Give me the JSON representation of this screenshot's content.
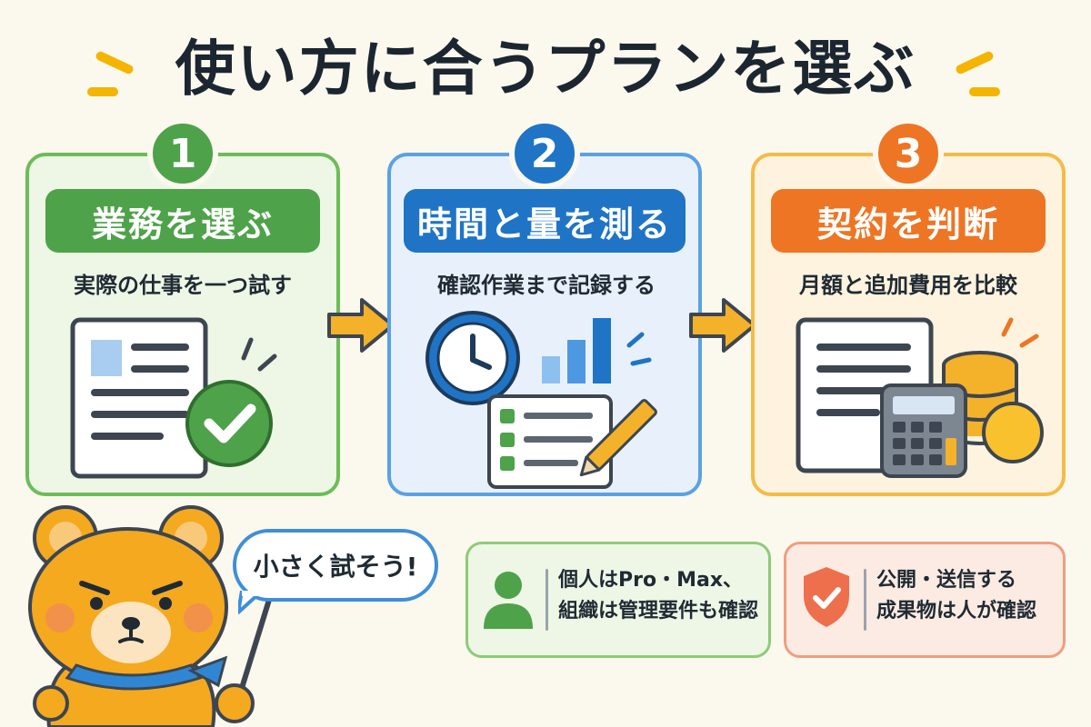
{
  "title": "使い方に合うプランを選ぶ",
  "steps": [
    {
      "number": "1",
      "heading": "業務を選ぶ",
      "subtext": "実際の仕事を一つ試す",
      "color": "#4ea24a"
    },
    {
      "number": "2",
      "heading": "時間と量を測る",
      "subtext": "確認作業まで記録する",
      "color": "#1f74c6"
    },
    {
      "number": "3",
      "heading": "契約を判断",
      "subtext": "月額と追加費用を比較",
      "color": "#ee7524"
    }
  ],
  "mascot": {
    "speech": "小さく試そう!"
  },
  "tips": [
    {
      "line1": "個人はPro・Max、",
      "line2": "組織は管理要件も確認",
      "icon": "person-icon",
      "color": "#4ea24a"
    },
    {
      "line1": "公開・送信する",
      "line2": "成果物は人が確認",
      "icon": "shield-check-icon",
      "color": "#ee6f4c"
    }
  ]
}
